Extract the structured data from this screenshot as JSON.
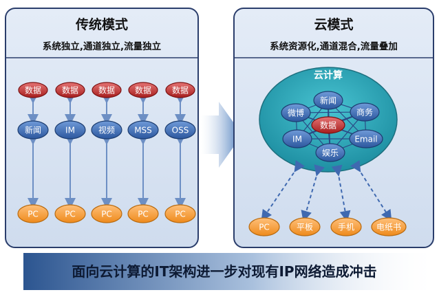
{
  "traditional": {
    "title": "传统模式",
    "subtitle": "系统独立,通道独立,流量独立",
    "columns": [
      {
        "data": "数据",
        "service": "新闻",
        "terminal": "PC"
      },
      {
        "data": "数据",
        "service": "IM",
        "terminal": "PC"
      },
      {
        "data": "数据",
        "service": "视频",
        "terminal": "PC"
      },
      {
        "data": "数据",
        "service": "MSS",
        "terminal": "PC"
      },
      {
        "data": "数据",
        "service": "OSS",
        "terminal": "PC"
      }
    ]
  },
  "cloud": {
    "title": "云模式",
    "subtitle": "系统资源化,通道混合,流量叠加",
    "cloud_label": "云计算",
    "center": "数据",
    "nodes": [
      "新闻",
      "商务",
      "Email",
      "娱乐",
      "IM",
      "微博"
    ],
    "terminals": [
      "PC",
      "平板",
      "手机",
      "电纸书"
    ]
  },
  "banner": {
    "text": "面向云计算的IT架构进一步对现有IP网络造成冲击"
  },
  "colors": {
    "panel_fill": "#dbe6f3",
    "panel_border": "#2a3d6b",
    "data_red": "#c0392b",
    "service_blue": "#3b6ab5",
    "terminal_orange": "#f39c35",
    "cloud_teal": "#2aa5b5"
  }
}
